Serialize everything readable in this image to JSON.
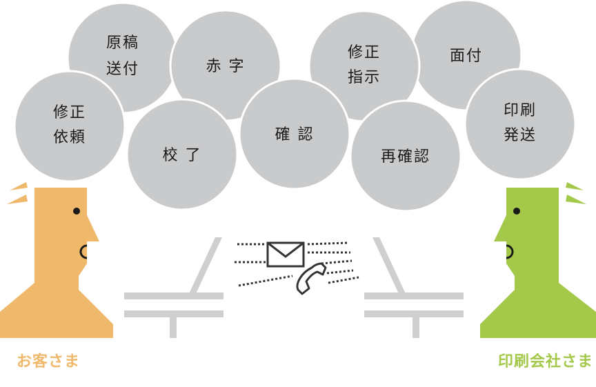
{
  "colors": {
    "bubble": "#c9cacb",
    "bubble_stroke": "#ffffff",
    "customer": "#efb86a",
    "printer": "#a3c84a",
    "laptop": "#cfcfcf",
    "line": "#333333"
  },
  "bubbles": [
    {
      "lines": [
        "原稿",
        "送付"
      ]
    },
    {
      "lines": [
        "修正",
        "依頼"
      ]
    },
    {
      "lines": [
        "赤 字"
      ]
    },
    {
      "lines": [
        "校 了"
      ]
    },
    {
      "lines": [
        "確 認"
      ]
    },
    {
      "lines": [
        "修正",
        "指示"
      ]
    },
    {
      "lines": [
        "再確認"
      ]
    },
    {
      "lines": [
        "面付"
      ]
    },
    {
      "lines": [
        "印刷",
        "発送"
      ]
    }
  ],
  "customer": {
    "label": "お客さま",
    "icon": "customer-head-icon"
  },
  "printer": {
    "label": "印刷会社さま",
    "icon": "printer-head-icon"
  },
  "icons": [
    "envelope-icon",
    "telephone-icon",
    "laptop-icon",
    "sweat-drops-icon"
  ]
}
